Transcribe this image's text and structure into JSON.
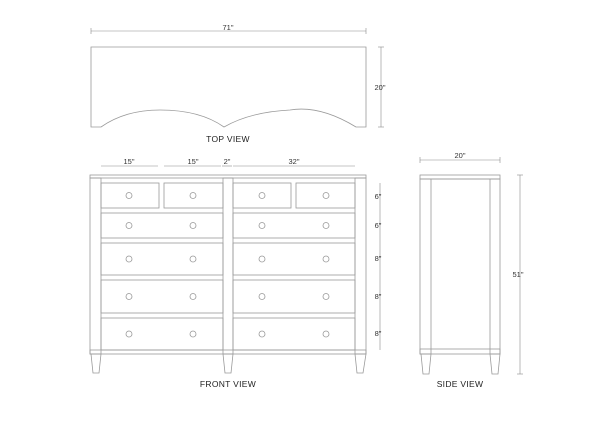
{
  "top_view": {
    "label": "TOP VIEW",
    "width_dim": "71\"",
    "depth_dim": "20\""
  },
  "front_view": {
    "label": "FRONT VIEW",
    "width_dims": [
      "15\"",
      "15\"",
      "2\"",
      "32\""
    ],
    "drawer_heights": [
      "6\"",
      "6\"",
      "8\"",
      "8\"",
      "8\""
    ]
  },
  "side_view": {
    "label": "SIDE VIEW",
    "depth_dim": "20\"",
    "height_dim": "51\""
  },
  "colors": {
    "line": "#9a9a9a",
    "text": "#222222"
  }
}
